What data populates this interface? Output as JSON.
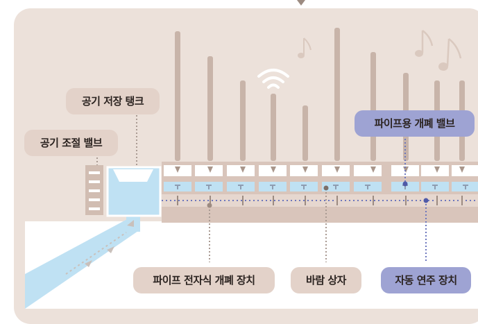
{
  "labels": {
    "air_tank": "공기 저장 탱크",
    "air_valve": "공기 조절 밸브",
    "pipe_valve": "파이프용 개폐 밸브",
    "electro_device": "파이프 전자식 개폐 장치",
    "wind_box": "바람 상자",
    "auto_play": "자동 연주 장치"
  },
  "colors": {
    "background": "#ece1da",
    "pipe": "#c8b4a9",
    "label_beige": "#e3d2c9",
    "label_blue": "#9ea3d3",
    "air_flow": "#bfe1f3",
    "dotted_line": "#6d77bd",
    "leader_line": "#a99a92"
  },
  "icons": [
    "wifi-icon",
    "music-note-icon",
    "double-music-note-icon"
  ]
}
